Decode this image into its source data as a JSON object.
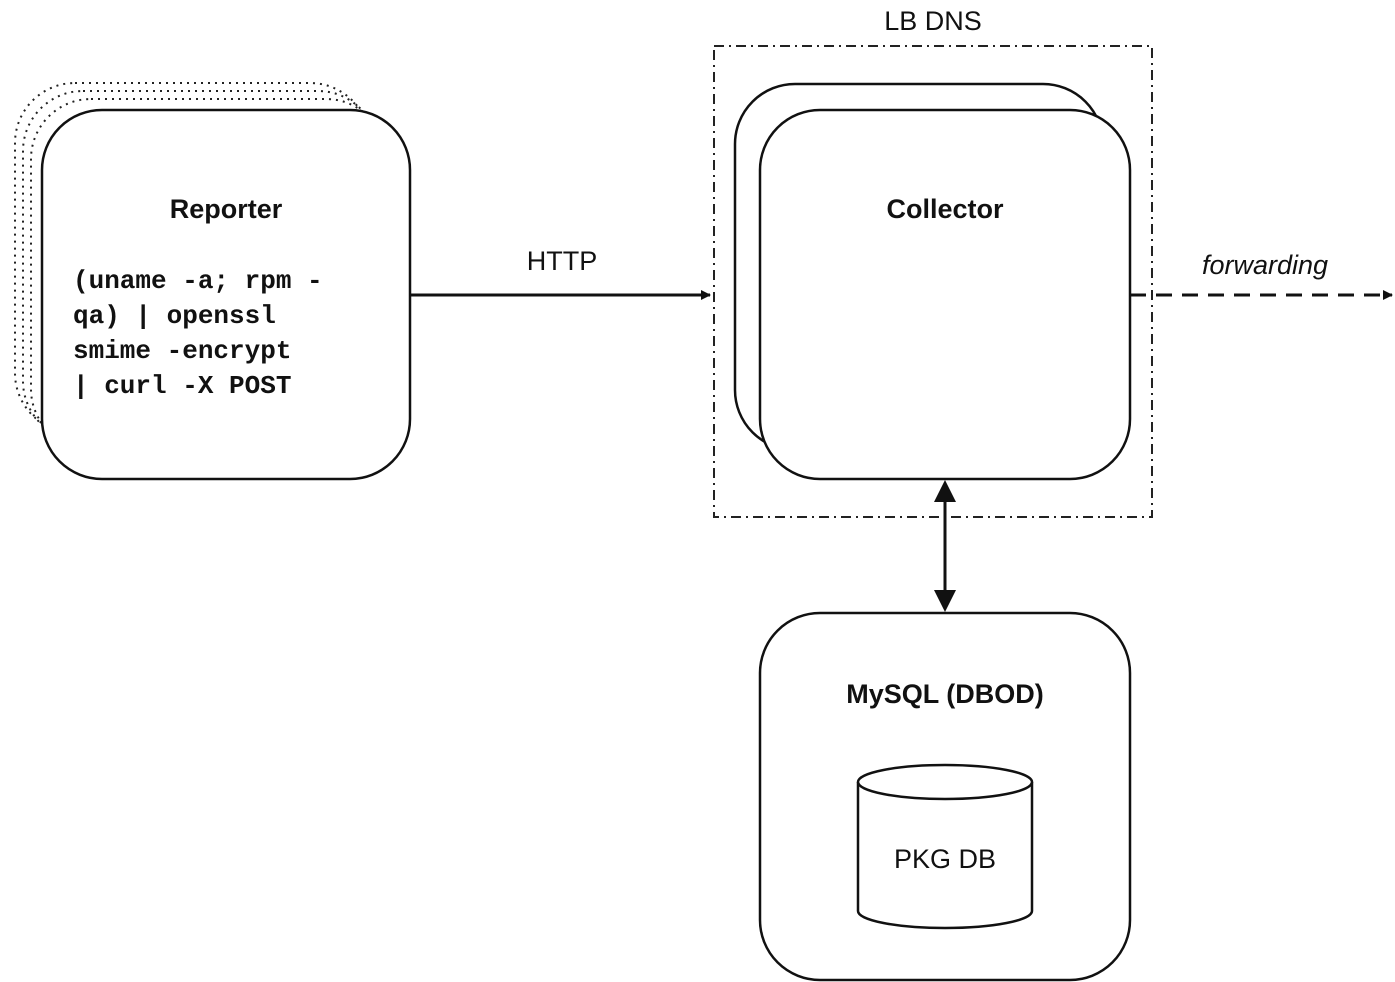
{
  "lb_dns": {
    "label": "LB DNS"
  },
  "reporter": {
    "title": "Reporter",
    "command_lines": [
      "(uname -a; rpm -",
      "qa) | openssl",
      "smime -encrypt",
      "| curl -X POST"
    ]
  },
  "collector": {
    "title": "Collector"
  },
  "mysql": {
    "title": "MySQL (DBOD)",
    "db_label": "PKG DB"
  },
  "edges": {
    "http_label": "HTTP",
    "forwarding_label": "forwarding"
  }
}
